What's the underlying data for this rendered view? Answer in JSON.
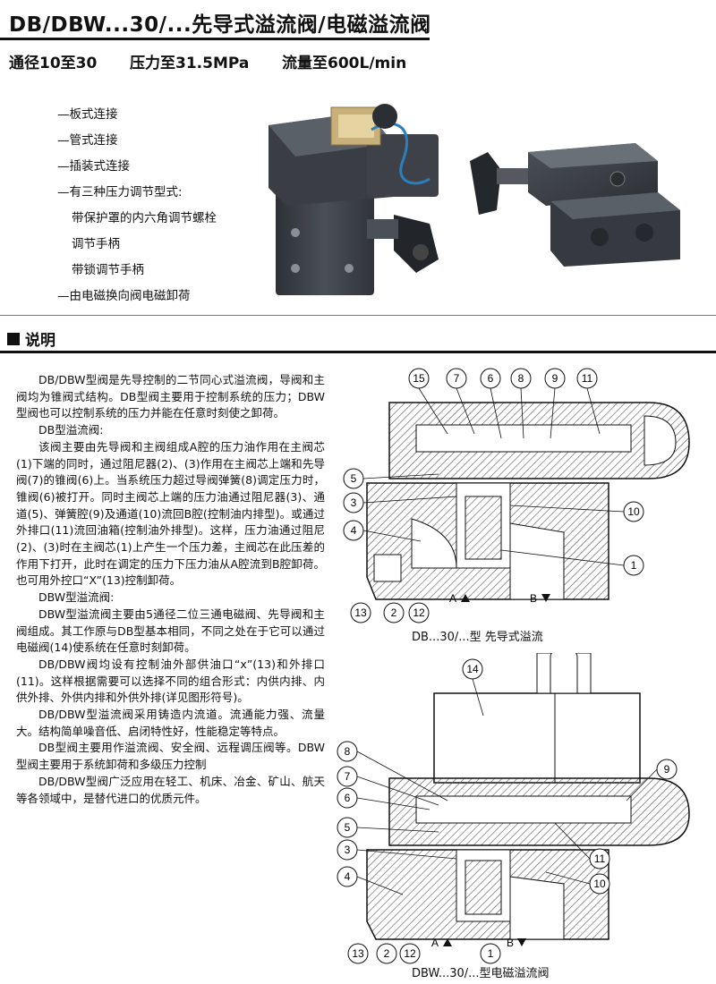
{
  "header": {
    "title": "DB/DBW...30/...先导式溢流阀/电磁溢流阀",
    "specs": [
      "通径10至30",
      "压力至31.5MPa",
      "流量至600L/min"
    ]
  },
  "features": [
    {
      "text": "—板式连接",
      "sub": false
    },
    {
      "text": "—管式连接",
      "sub": false
    },
    {
      "text": "—插装式连接",
      "sub": false
    },
    {
      "text": "—有三种压力调节型式:",
      "sub": false
    },
    {
      "text": "带保护罩的内六角调节螺栓",
      "sub": true
    },
    {
      "text": "调节手柄",
      "sub": true
    },
    {
      "text": "带锁调节手柄",
      "sub": true
    },
    {
      "text": "—由电磁换向阀电磁卸荷",
      "sub": false
    }
  ],
  "section": {
    "label": "说明"
  },
  "body": [
    "DB/DBW型阀是先导控制的二节同心式溢流阀，导阀和主阀均为锥阀式结构。DB型阀主要用于控制系统的压力；DBW型阀也可以控制系统的压力并能在任意时刻使之卸荷。",
    "DB型溢流阀:",
    "该阀主要由先导阀和主阀组成A腔的压力油作用在主阀芯(1)下端的同时，通过阻尼器(2)、(3)作用在主阀芯上端和先导阀(7)的锥阀(6)上。当系统压力超过导阀弹簧(8)调定压力时，锥阀(6)被打开。同时主阀芯上端的压力油通过阻尼器(3)、通道(5)、弹簧腔(9)及通道(10)流回B腔(控制油内排型)。或通过外排口(11)流回油箱(控制油外排型)。这样，压力油通过阻尼(2)、(3)时在主阀芯(1)上产生一个压力差，主阀芯在此压差的作用下打开，此时在调定的压力下压力油从A腔流到B腔卸荷。也可用外控口“X”(13)控制卸荷。",
    "DBW型溢流阀:",
    "DBW型溢流阀主要由5通径二位三通电磁阀、先导阀和主阀组成。其工作原与DB型基本相同，不同之处在于它可以通过电磁阀(14)使系统在任意时刻卸荷。",
    "DB/DBW阀均设有控制油外部供油口“x”(13)和外排口(11)。这样根据需要可以选择不同的组合形式：内供内排、内供外排、外供内排和外供外排(详见图形符号)。",
    "DB/DBW型溢流阀采用铸造内流道。流通能力强、流量大。结构简单噪音低、启闭特性好，性能稳定等特点。",
    "DB型阀主要用作溢流阀、安全阀、远程调压阀等。DBW型阀主要用于系统卸荷和多级压力控制",
    "DB/DBW型阀广泛应用在轻工、机床、冶金、矿山、航天等各领域中，是替代进口的优质元件。"
  ],
  "diagram1": {
    "caption": "DB...30/...型 先导式溢流",
    "callouts": [
      "15",
      "7",
      "6",
      "8",
      "9",
      "11",
      "5",
      "3",
      "10",
      "4",
      "1",
      "13",
      "2",
      "12"
    ],
    "ports": [
      "A",
      "B"
    ]
  },
  "diagram2": {
    "caption": "DBW...30/...型电磁溢流阀",
    "callouts": [
      "14",
      "8",
      "7",
      "6",
      "5",
      "3",
      "4",
      "9",
      "11",
      "10",
      "13",
      "2",
      "12",
      "1"
    ],
    "ports": [
      "A",
      "B"
    ]
  },
  "colors": {
    "text": "#111111",
    "valve_body": "#3c4046",
    "hatch": "#555555"
  }
}
